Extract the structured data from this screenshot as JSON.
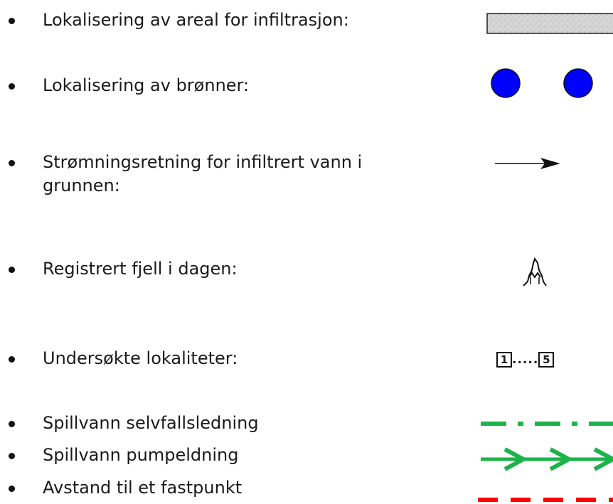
{
  "legend": {
    "items": [
      {
        "label": "Lokalisering av areal for infiltrasjon:"
      },
      {
        "label": "Lokalisering av brønner:"
      },
      {
        "label": "Strømningsretning for infiltrert vann i grunnen:"
      },
      {
        "label": "Registrert fjell i dagen:"
      },
      {
        "label": "Undersøkte lokaliteter:"
      },
      {
        "label": "Spillvann selvfallsledning"
      },
      {
        "label": "Spillvann pumpeldning"
      },
      {
        "label": "Avstand til et fastpunkt"
      }
    ],
    "symbols": {
      "infiltration_area": {
        "icon": "gray-hatched-rectangle",
        "fill": "#d9d9d9"
      },
      "wells": {
        "icon": "blue-circle",
        "fill": "#0000ff",
        "count": 2
      },
      "flow_direction": {
        "icon": "arrow-right",
        "color": "#000000"
      },
      "bedrock": {
        "icon": "rock-outcrop-symbol",
        "color": "#000000"
      },
      "localities": {
        "first": "1",
        "dots": ".....",
        "last": "5"
      },
      "gravity_sewer": {
        "icon": "green-dash-dot-line",
        "color": "#1db34a"
      },
      "pressure_sewer": {
        "icon": "green-arrow-line",
        "color": "#1db34a"
      },
      "distance_fixed_point": {
        "icon": "red-dashed-line",
        "color": "#ff0000"
      }
    }
  }
}
